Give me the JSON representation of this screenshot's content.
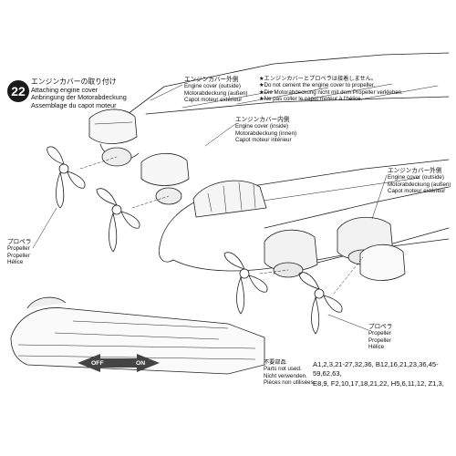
{
  "step": {
    "number": "22",
    "title_jp": "エンジンカバーの取り付け",
    "title_en": "Attaching engine cover",
    "title_de": "Anbringung der Motorabdeckung",
    "title_fr": "Assemblage du capot moteur"
  },
  "notes": {
    "jp": "★エンジンカバーとプロペラは接着しません。",
    "en": "★Do not cement the engine cover to propeller.",
    "de": "★Die Motorabdeckung nicht mit dem Propeller verkleben.",
    "fr": "★Ne pas coller le capot moteur à l'hélice."
  },
  "labels": {
    "cover_outside_1": {
      "jp": "エンジンカバー外側",
      "en": "Engine cover (outside)",
      "de": "Motorabdeckung (außen)",
      "fr": "Capot moteur extérieur"
    },
    "cover_inside": {
      "jp": "エンジンカバー内側",
      "en": "Engine cover (inside)",
      "de": "Motorabdeckung (innen)",
      "fr": "Capot moteur intérieur"
    },
    "cover_outside_2": {
      "jp": "エンジンカバー外側",
      "en": "Engine cover (outside)",
      "de": "Motorabdeckung (außen)",
      "fr": "Capot moteur extérieur"
    },
    "propeller_1": {
      "jp": "プロペラ",
      "en": "Propeller",
      "de": "Propeller",
      "fr": "Hélice"
    },
    "propeller_2": {
      "jp": "プロペラ",
      "en": "Propeller",
      "de": "Propeller",
      "fr": "Hélice"
    }
  },
  "unused_parts": {
    "jp": "不要部品",
    "en": "Parts not used.",
    "de": "Nicht verwenden.",
    "fr": "Pièces non utilisées.",
    "line1": "A1,2,3,21-27,32,36,  B12,16,21,23,36,45-59,62,63,",
    "line2": "E8,9,  F2,10,17,18,21,22,  H5,6,11,12,  Z1,3,"
  },
  "toggle": {
    "off_label": "OFF",
    "on_label": "ON"
  }
}
